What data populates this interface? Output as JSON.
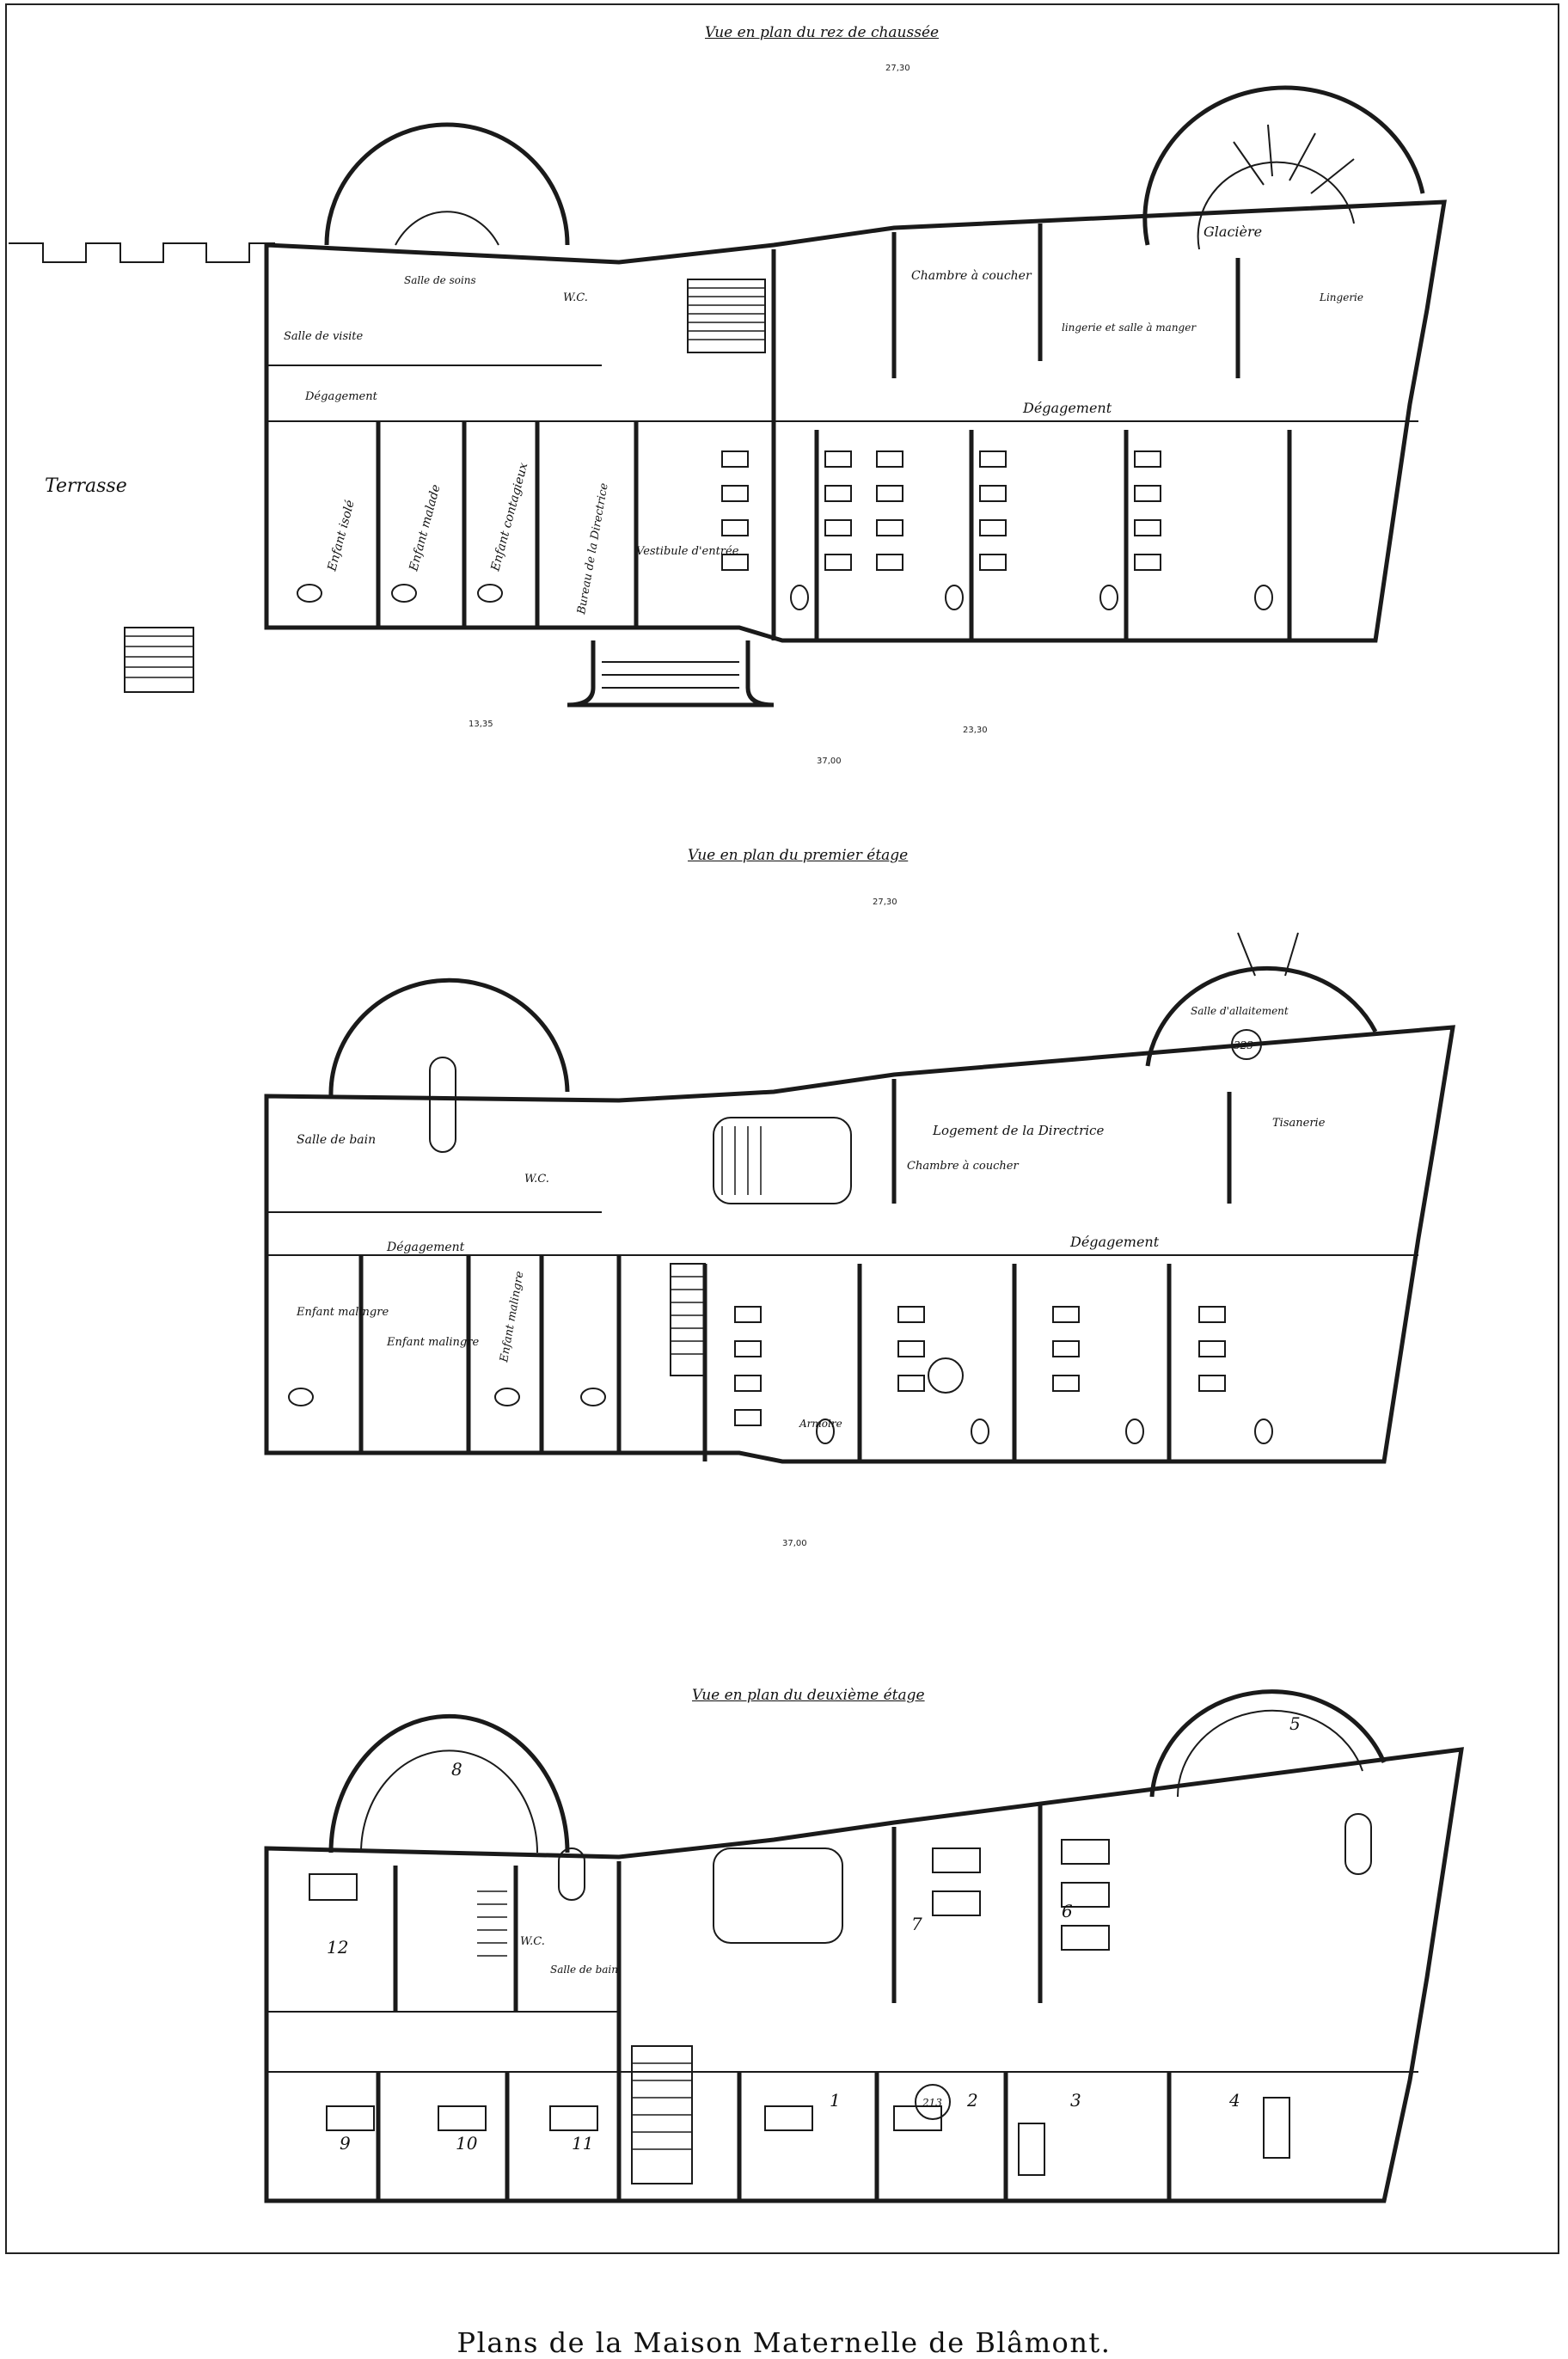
{
  "caption": "Plans de la Maison Maternelle de Blâmont.",
  "plans": {
    "ground": {
      "title": "Vue en plan du rez de chaussée",
      "labels": {
        "terrasse": "Terrasse",
        "salle_de_visite": "Salle de visite",
        "salle_de_soins": "Salle de soins",
        "wc": "W.C.",
        "chambre_a_coucher": "Chambre à coucher",
        "lingerie_salle_a_manger": "lingerie et salle à manger",
        "glaciere": "Glacière",
        "lingerie": "Lingerie",
        "degagement_left": "Dégagement",
        "degagement_right": "Dégagement",
        "enfant_isole": "Enfant isolé",
        "enfant_malade": "Enfant malade",
        "enfant_contagieux": "Enfant contagieux",
        "bureau_directrice": "Bureau de la Directrice",
        "vestibule": "Vestibule d'entrée"
      },
      "dims": {
        "top": "27,30",
        "bottom_total": "37,00",
        "bottom_mid": "23,30",
        "bottom_left": "13,35"
      }
    },
    "first": {
      "title": "Vue en plan du premier étage",
      "labels": {
        "salle_de_bain": "Salle de bain",
        "wc": "W.C.",
        "logement_directrice": "Logement de la Directrice",
        "chambre_a_coucher": "Chambre à coucher",
        "salle_allaitement": "Salle d'allaitement",
        "tisanerie": "Tisanerie",
        "degagement_left": "Dégagement",
        "degagement_right": "Dégagement",
        "enfant_malingre_1": "Enfant malingre",
        "enfant_malingre_2": "Enfant malingre",
        "enfant_malingre_3": "Enfant malingre",
        "armoire": "Armoire",
        "room_no": "323"
      },
      "dims": {
        "top": "27,30",
        "bottom_total": "37,00"
      }
    },
    "second": {
      "title": "Vue en plan du deuxième étage",
      "rooms": [
        "8",
        "12",
        "9",
        "10",
        "11",
        "1",
        "2",
        "3",
        "4",
        "5",
        "6",
        "7"
      ],
      "labels": {
        "wc": "W.C.",
        "salle_de_bain": "Salle de bain",
        "room_no": "213"
      }
    }
  }
}
